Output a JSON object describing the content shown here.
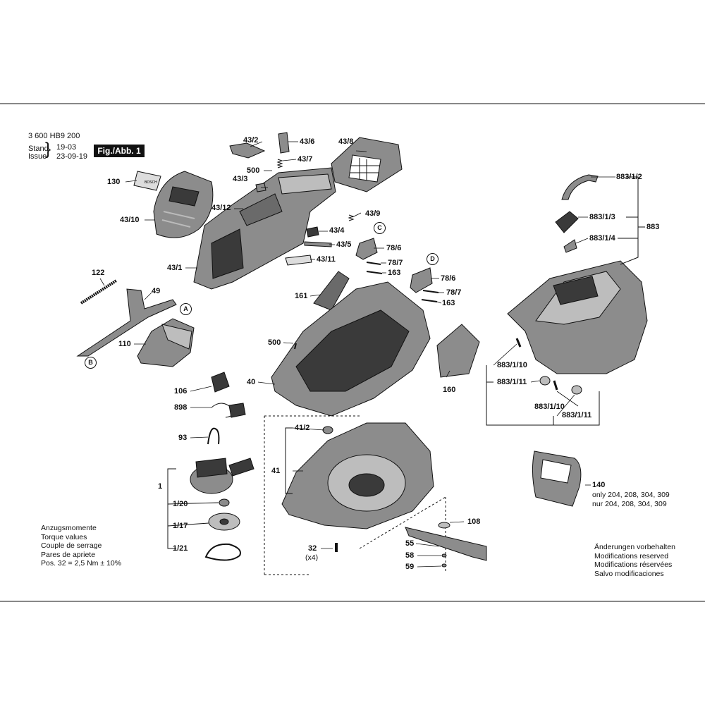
{
  "header": {
    "part_number": "3 600 HB9 200",
    "stand_label": "Stand",
    "stand_value": "19-03",
    "issue_label": "Issue",
    "issue_value": "23-09-19",
    "figure": "Fig./Abb. 1"
  },
  "labels": {
    "p130": "130",
    "p43_10": "43/10",
    "p43_1": "43/1",
    "p43_12": "43/12",
    "p43_2": "43/2",
    "p43_6": "43/6",
    "p43_7": "43/7",
    "p500a": "500",
    "p43_3": "43/3",
    "p43_8": "43/8",
    "p43_9": "43/9",
    "p43_4": "43/4",
    "p43_5": "43/5",
    "p43_11": "43/11",
    "p78_6a": "78/6",
    "p78_7a": "78/7",
    "p163a": "163",
    "p78_6b": "78/6",
    "p78_7b": "78/7",
    "p163b": "163",
    "p161": "161",
    "p122": "122",
    "p49": "49",
    "p110": "110",
    "p500b": "500",
    "p40": "40",
    "p160": "160",
    "p106": "106",
    "p898": "898",
    "p93": "93",
    "p1": "1",
    "p1_20": "1/20",
    "p1_17": "1/17",
    "p1_21": "1/21",
    "p41_2": "41/2",
    "p41": "41",
    "p32": "32",
    "p32_qty": "(x4)",
    "p108": "108",
    "p55": "55",
    "p58": "58",
    "p59": "59",
    "p883_1_2": "883/1/2",
    "p883_1_3": "883/1/3",
    "p883_1_4": "883/1/4",
    "p883": "883",
    "p883_1_10a": "883/1/10",
    "p883_1_11a": "883/1/11",
    "p883_1_10b": "883/1/10",
    "p883_1_11b": "883/1/11",
    "p140": "140",
    "p140_only": "only 204, 208, 304, 309",
    "p140_nur": "nur 204, 208, 304, 309"
  },
  "callouts": {
    "A": "A",
    "B": "B",
    "C": "C",
    "D": "D"
  },
  "torque_note": [
    "Anzugsmomente",
    "Torque values",
    "Couple de serrage",
    "Pares de apriete",
    "Pos. 32 = 2,5 Nm ± 10%"
  ],
  "modifications_note": [
    "Änderungen vorbehalten",
    "Modifications reserved",
    "Modifications réservées",
    "Salvo modificaciones"
  ],
  "colors": {
    "line": "#111111",
    "part_fill": "#8c8c8c",
    "part_light": "#bdbdbd",
    "part_dark": "#3a3a3a",
    "badge": "#111111"
  }
}
